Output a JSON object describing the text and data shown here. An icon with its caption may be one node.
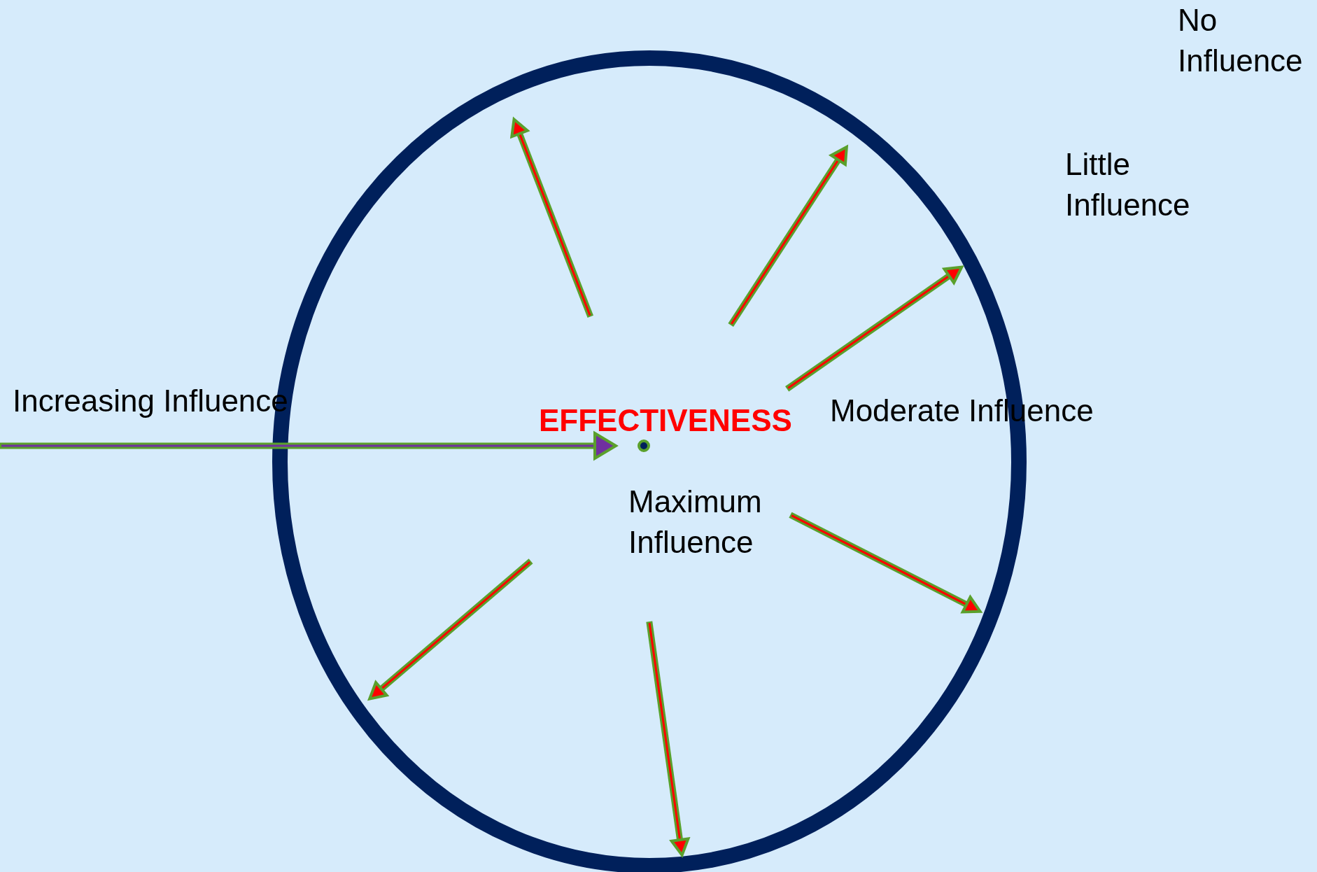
{
  "diagram": {
    "labels": [
      "No Influence",
      "Little Influence",
      "Increasing Influence",
      "EFFECTIVENESS",
      "Moderate Influence",
      "Maximum Influence"
    ]
  }
}
